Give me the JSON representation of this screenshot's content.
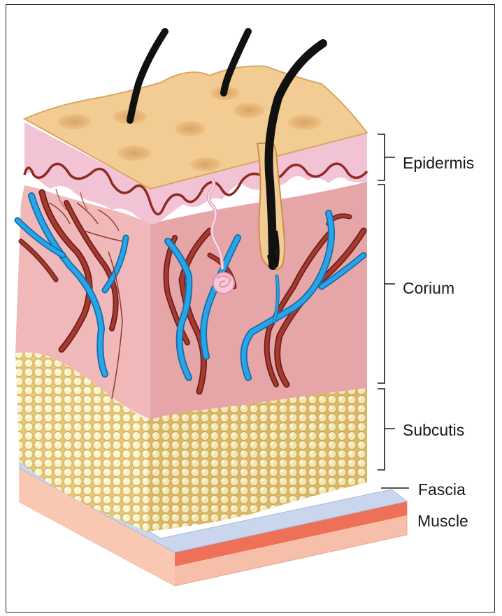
{
  "labels": {
    "epidermis": "Epidermis",
    "corium": "Corium",
    "subcutis": "Subcutis",
    "fascia": "Fascia",
    "muscle": "Muscle"
  },
  "colors": {
    "epidermis_top": "#f3cc93",
    "epidermis_layer": "#f1c3d5",
    "corium": "#ebb0b2",
    "fat_cell": "#fbf2c5",
    "fascia": "#c9d6ee",
    "muscle": "#f7b39a",
    "artery": "#8f2a22",
    "vein": "#1e96d6",
    "hair": "#111111"
  }
}
